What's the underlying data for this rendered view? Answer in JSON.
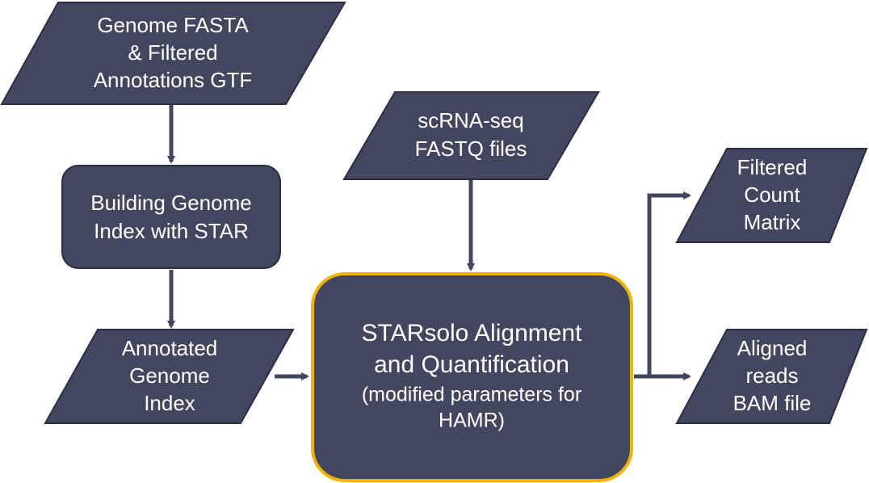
{
  "colors": {
    "node_fill": "#42465E",
    "node_stroke": "#2C2F44",
    "arrow": "#42465E",
    "highlight_border": "#F2B400",
    "text": "#FFFFFF",
    "background": "#FFFFFF"
  },
  "nodes": {
    "genome_fasta": {
      "shape": "parallelogram",
      "lines": [
        "Genome FASTA",
        "& Filtered",
        "Annotations GTF"
      ]
    },
    "building_index": {
      "shape": "rounded-rectangle",
      "lines": [
        "Building Genome",
        "Index with STAR"
      ]
    },
    "annotated_index": {
      "shape": "parallelogram",
      "lines": [
        "Annotated",
        "Genome",
        "Index"
      ]
    },
    "scrna_fastq": {
      "shape": "parallelogram",
      "lines": [
        "scRNA-seq",
        "FASTQ files"
      ]
    },
    "starsolo": {
      "shape": "rounded-rectangle",
      "highlighted": true,
      "lines": [
        "STARsolo Alignment",
        "and Quantification",
        "(modified parameters for",
        "HAMR)"
      ]
    },
    "filtered_matrix": {
      "shape": "parallelogram",
      "lines": [
        "Filtered",
        "Count",
        "Matrix"
      ]
    },
    "aligned_bam": {
      "shape": "parallelogram",
      "lines": [
        "Aligned",
        "reads",
        "BAM file"
      ]
    }
  },
  "edges": [
    {
      "from": "genome_fasta",
      "to": "building_index"
    },
    {
      "from": "building_index",
      "to": "annotated_index"
    },
    {
      "from": "annotated_index",
      "to": "starsolo"
    },
    {
      "from": "scrna_fastq",
      "to": "starsolo"
    },
    {
      "from": "starsolo",
      "to": "filtered_matrix"
    },
    {
      "from": "starsolo",
      "to": "aligned_bam"
    }
  ]
}
